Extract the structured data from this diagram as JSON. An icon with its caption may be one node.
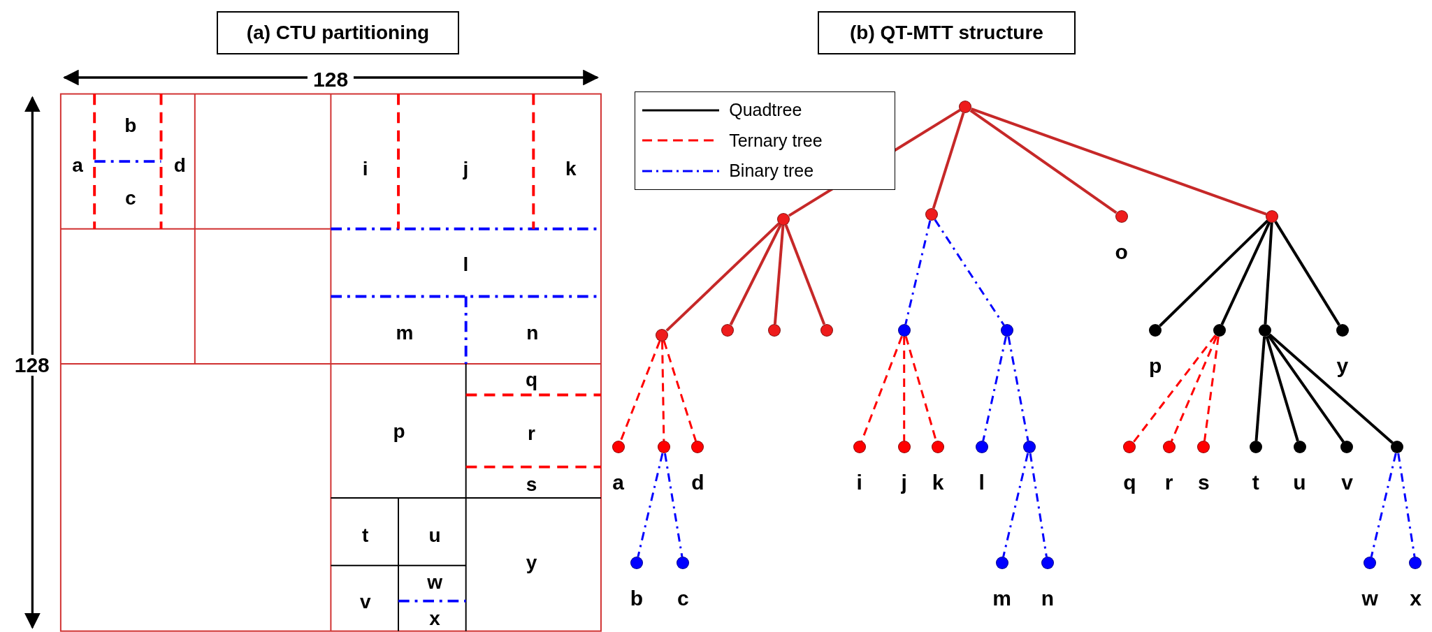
{
  "diagram": {
    "nodes": [
      {
        "text": [
          "(a) CTU partitioning"
        ]
      },
      {
        "text": [
          "(b) QT-MTT structure"
        ]
      },
      {
        "text": [],
        "shape": "circle"
      },
      {
        "text": [],
        "shape": "circle"
      },
      {
        "text": [],
        "shape": "circle"
      },
      {
        "text": [],
        "shape": "circle",
        "beside": [
          "o"
        ]
      },
      {
        "text": [],
        "shape": "circle"
      },
      {
        "text": [],
        "shape": "circle"
      },
      {
        "text": [],
        "shape": "circle"
      },
      {
        "text": [],
        "shape": "circle"
      },
      {
        "text": [],
        "shape": "circle"
      },
      {
        "text": [],
        "shape": "circle"
      },
      {
        "text": [],
        "shape": "circle"
      },
      {
        "text": [],
        "shape": "circle",
        "beside": [
          "p"
        ]
      },
      {
        "text": [],
        "shape": "circle"
      },
      {
        "text": [],
        "shape": "circle"
      },
      {
        "text": [],
        "shape": "circle",
        "beside": [
          "y"
        ]
      },
      {
        "text": [],
        "shape": "circle",
        "beside": [
          "a"
        ]
      },
      {
        "text": [],
        "shape": "circle"
      },
      {
        "text": [],
        "shape": "circle",
        "beside": [
          "d"
        ]
      },
      {
        "text": [],
        "shape": "circle",
        "beside": [
          "i"
        ]
      },
      {
        "text": [],
        "shape": "circle",
        "beside": [
          "j"
        ]
      },
      {
        "text": [],
        "shape": "circle",
        "beside": [
          "k"
        ]
      },
      {
        "text": [],
        "shape": "circle",
        "beside": [
          "l"
        ]
      },
      {
        "text": [],
        "shape": "circle"
      },
      {
        "text": [],
        "shape": "circle",
        "beside": [
          "q"
        ]
      },
      {
        "text": [],
        "shape": "circle",
        "beside": [
          "r"
        ]
      },
      {
        "text": [],
        "shape": "circle",
        "beside": [
          "s"
        ]
      },
      {
        "text": [],
        "shape": "circle",
        "beside": [
          "t"
        ]
      },
      {
        "text": [],
        "shape": "circle",
        "beside": [
          "u"
        ]
      },
      {
        "text": [],
        "shape": "circle",
        "beside": [
          "v"
        ]
      },
      {
        "text": [],
        "shape": "circle"
      },
      {
        "text": [],
        "shape": "circle",
        "beside": [
          "b"
        ]
      },
      {
        "text": [],
        "shape": "circle",
        "beside": [
          "c"
        ]
      },
      {
        "text": [],
        "shape": "circle",
        "beside": [
          "m"
        ]
      },
      {
        "text": [],
        "shape": "circle",
        "beside": [
          "n"
        ]
      },
      {
        "text": [],
        "shape": "circle",
        "beside": [
          "w"
        ]
      },
      {
        "text": [],
        "shape": "circle",
        "beside": [
          "x"
        ]
      }
    ],
    "edges": [
      {
        "from": 2,
        "to": 3,
        "arrow": "none",
        "color": "#c62828"
      },
      {
        "from": 2,
        "to": 4,
        "arrow": "none",
        "color": "#c62828"
      },
      {
        "from": 2,
        "to": 5,
        "arrow": "none",
        "color": "#c62828"
      },
      {
        "from": 2,
        "to": 6,
        "arrow": "none",
        "color": "#c62828"
      },
      {
        "from": 3,
        "to": 7,
        "arrow": "none",
        "color": "#c62828"
      },
      {
        "from": 3,
        "to": 8,
        "arrow": "none",
        "color": "#c62828"
      },
      {
        "from": 3,
        "to": 9,
        "arrow": "none",
        "color": "#c62828"
      },
      {
        "from": 3,
        "to": 10,
        "arrow": "none",
        "color": "#c62828"
      },
      {
        "from": 4,
        "to": 11,
        "arrow": "none",
        "style": "dashed",
        "color": "#0000ff"
      },
      {
        "from": 4,
        "to": 12,
        "arrow": "none",
        "style": "dashed",
        "color": "#0000ff"
      },
      {
        "from": 6,
        "to": 13,
        "arrow": "none",
        "color": "#000000"
      },
      {
        "from": 6,
        "to": 14,
        "arrow": "none",
        "color": "#000000"
      },
      {
        "from": 6,
        "to": 15,
        "arrow": "none",
        "color": "#000000"
      },
      {
        "from": 6,
        "to": 16,
        "arrow": "none",
        "color": "#000000"
      },
      {
        "from": 7,
        "to": 17,
        "arrow": "none",
        "style": "dashed",
        "color": "#ff0000"
      },
      {
        "from": 7,
        "to": 18,
        "arrow": "none",
        "style": "dashed",
        "color": "#ff0000"
      },
      {
        "from": 7,
        "to": 19,
        "arrow": "none",
        "style": "dashed",
        "color": "#ff0000"
      },
      {
        "from": 11,
        "to": 20,
        "arrow": "none",
        "style": "dashed",
        "color": "#ff0000"
      },
      {
        "from": 11,
        "to": 21,
        "arrow": "none",
        "style": "dashed",
        "color": "#ff0000"
      },
      {
        "from": 11,
        "to": 22,
        "arrow": "none",
        "style": "dashed",
        "color": "#ff0000"
      },
      {
        "from": 12,
        "to": 23,
        "arrow": "none",
        "style": "dashed",
        "color": "#0000ff"
      },
      {
        "from": 12,
        "to": 24,
        "arrow": "none",
        "style": "dashed",
        "color": "#0000ff"
      },
      {
        "from": 14,
        "to": 25,
        "arrow": "none",
        "style": "dashed",
        "color": "#ff0000"
      },
      {
        "from": 14,
        "to": 26,
        "arrow": "none",
        "style": "dashed",
        "color": "#ff0000"
      },
      {
        "from": 14,
        "to": 27,
        "arrow": "none",
        "style": "dashed",
        "color": "#ff0000"
      },
      {
        "from": 15,
        "to": 28,
        "arrow": "none",
        "color": "#000000"
      },
      {
        "from": 15,
        "to": 29,
        "arrow": "none",
        "color": "#000000"
      },
      {
        "from": 15,
        "to": 30,
        "arrow": "none",
        "color": "#000000"
      },
      {
        "from": 15,
        "to": 31,
        "arrow": "none",
        "color": "#000000"
      },
      {
        "from": 18,
        "to": 32,
        "arrow": "none",
        "style": "dashed",
        "color": "#0000ff"
      },
      {
        "from": 18,
        "to": 33,
        "arrow": "none",
        "style": "dashed",
        "color": "#0000ff"
      },
      {
        "from": 24,
        "to": 34,
        "arrow": "none",
        "style": "dashed",
        "color": "#0000ff"
      },
      {
        "from": 24,
        "to": 35,
        "arrow": "none",
        "style": "dashed",
        "color": "#0000ff"
      },
      {
        "from": 31,
        "to": 36,
        "arrow": "none",
        "style": "dashed",
        "color": "#0000ff"
      },
      {
        "from": 31,
        "to": 37,
        "arrow": "none",
        "style": "dashed",
        "color": "#0000ff"
      }
    ],
    "labels": [
      "128",
      "128",
      "a",
      "b",
      "c",
      "d",
      "i",
      "j",
      "k",
      "l",
      "m",
      "n",
      "p",
      "q",
      "r",
      "s",
      "t",
      "u",
      "v",
      "w",
      "x",
      "y"
    ],
    "legend": [
      {
        "text": "Quadtree"
      },
      {
        "text": "Ternary tree"
      },
      {
        "text": "Binary tree"
      }
    ]
  }
}
